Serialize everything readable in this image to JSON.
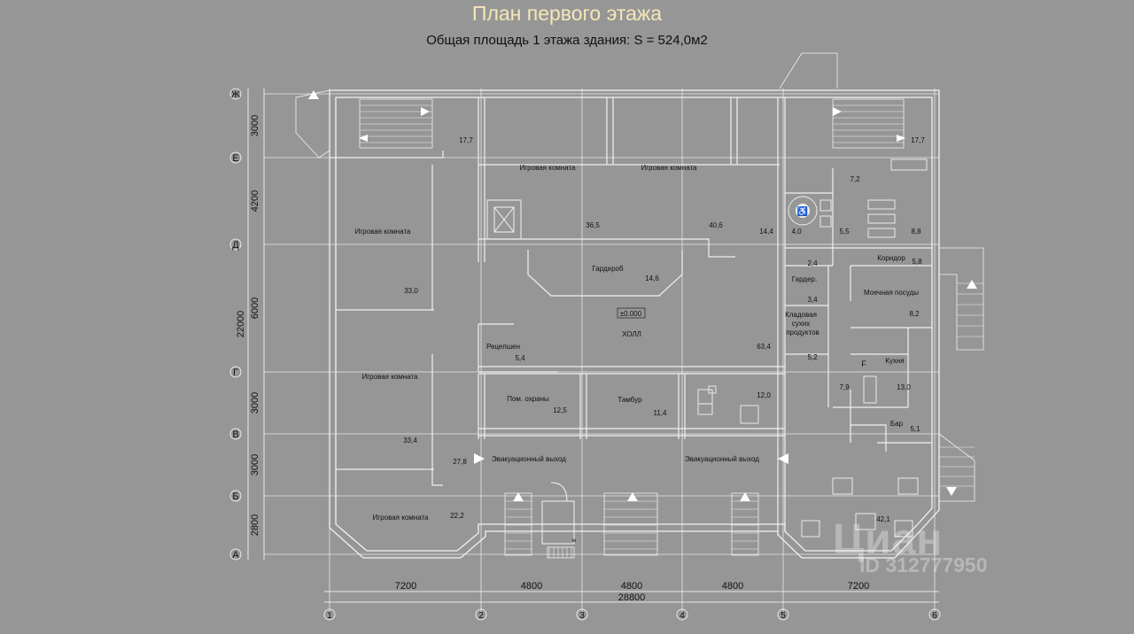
{
  "title": "План первого этажа",
  "subtitle": "Общая площадь  1 этажа здания: S = 524,0м2",
  "watermark": {
    "logo": "Циан",
    "id": "ID 312777950"
  },
  "level_mark": "±0.000",
  "axes": {
    "rows": [
      "Ж",
      "Е",
      "Д",
      "Г",
      "В",
      "Б",
      "А"
    ],
    "columns": [
      "1",
      "2",
      "3",
      "4",
      "5",
      "6"
    ],
    "row_dims": [
      "3000",
      "4200",
      "6000",
      "3000",
      "3000",
      "2800"
    ],
    "row_total": "22000",
    "col_dims": [
      "7200",
      "4800",
      "4800",
      "4800",
      "7200"
    ],
    "col_total": "28800"
  },
  "rooms": [
    {
      "name": "Игровая комната",
      "area": ""
    },
    {
      "name": "Игровая комната",
      "area": "36,5"
    },
    {
      "name": "Игровая комната",
      "area": "40,6"
    },
    {
      "name": "Игровая комната",
      "area": "33,0"
    },
    {
      "name": "Игровая комната",
      "area": "33,4"
    },
    {
      "name": "Игровая комната",
      "area": "22,2"
    },
    {
      "name": "Гардероб",
      "area": "14,6"
    },
    {
      "name": "ХОЛЛ",
      "area": "63,4"
    },
    {
      "name": "Рецепшен",
      "area": "5,4"
    },
    {
      "name": "Пом. охраны",
      "area": "12,5"
    },
    {
      "name": "Тамбур",
      "area": "11,4"
    },
    {
      "name": "Эвакуационный выход",
      "area": "27,8"
    },
    {
      "name": "Эвакуационный выход",
      "area": ""
    },
    {
      "name": "Коридор",
      "area": "5,8"
    },
    {
      "name": "Моечная посуды",
      "area": "8,2"
    },
    {
      "name": "Гардер.",
      "area": "3,4"
    },
    {
      "name": "Кладовая сухих продуктов",
      "area": "5,2"
    },
    {
      "name": "Кухня",
      "area": "13,0"
    },
    {
      "name": "Бар",
      "area": "5,1"
    }
  ],
  "area_labels": [
    "17,7",
    "17,7",
    "7,2",
    "14,4",
    "4,0",
    "5,5",
    "8,8",
    "2,4",
    "12,0",
    "7,9",
    "42,1"
  ],
  "symbols": {
    "wc": "F",
    "lift_mark": "м"
  }
}
